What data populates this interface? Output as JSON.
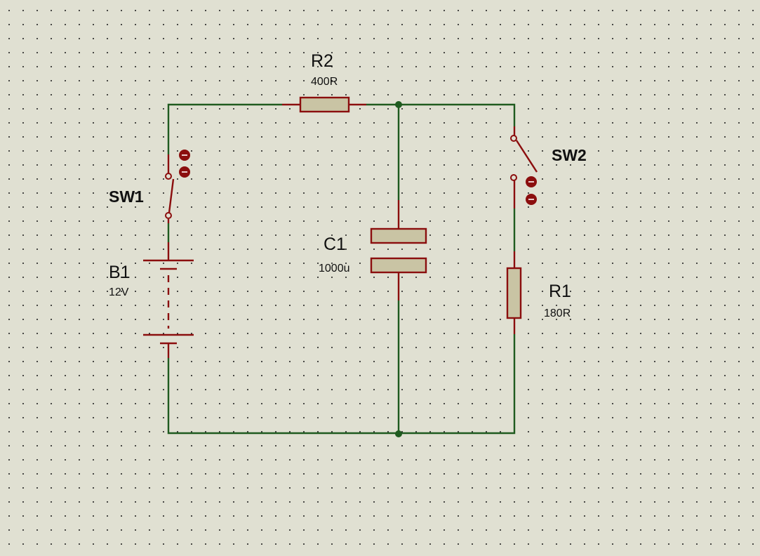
{
  "components": {
    "r2": {
      "ref": "R2",
      "value": "400R"
    },
    "r1": {
      "ref": "R1",
      "value": "180R"
    },
    "c1": {
      "ref": "C1",
      "value": "1000u"
    },
    "b1": {
      "ref": "B1",
      "value": "12V"
    },
    "sw1": {
      "ref": "SW1"
    },
    "sw2": {
      "ref": "SW2"
    }
  },
  "colors": {
    "background": "#e0e0d2",
    "wire": "#1f5b1f",
    "component_outline": "#8b0e0e",
    "component_fill": "#c9c4a4",
    "grid_dot": "#1e1e1e"
  }
}
